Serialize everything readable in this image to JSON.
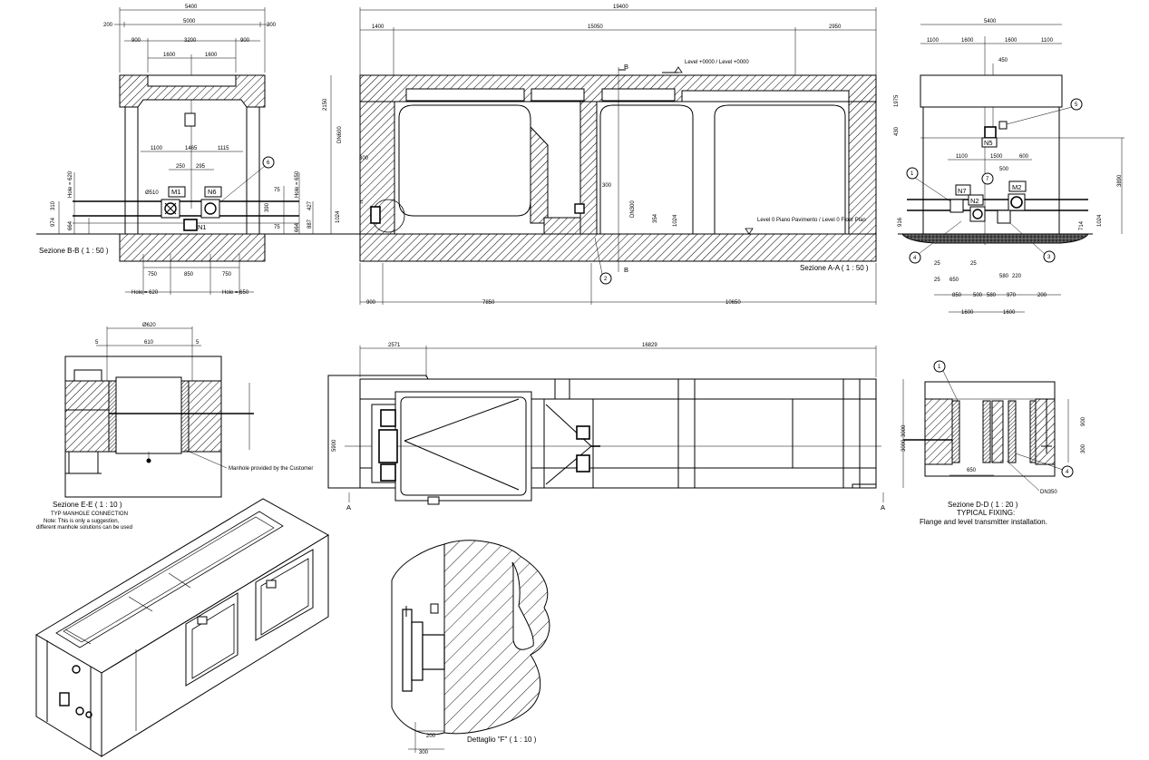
{
  "views": {
    "section_bb": {
      "title": "Sezione B-B ( 1 : 50 )"
    },
    "section_aa": {
      "title": "Sezione A-A ( 1 : 50 )"
    },
    "section_ee": {
      "title": "Sezione E-E ( 1 : 10 )",
      "line2": "TYP MANHOLE CONNECTION",
      "line3": "Note: This is only a suggestion,",
      "line4": "different manhole solutions can be used"
    },
    "section_dd": {
      "title": "Sezione D-D ( 1 : 20 )",
      "line2": "TYPICAL FIXING:",
      "line3": "Flange and level transmitter installation."
    },
    "detail_f": {
      "title": "Dettaglio \"F\" ( 1 : 10 )"
    }
  },
  "labels": {
    "level_top": "Level +0000 / Level +0000",
    "level_floor": "Level 0 Piano Pavimento / Level 0 Floor Plan",
    "manhole": "Manhole provided by the Customer",
    "hole_620": "Hole = 620",
    "hole_650": "Hole = 650",
    "dn350": "DN350",
    "dn300": "DN300",
    "dn600": "DN600",
    "phi510": "Ø510",
    "phi620": "Ø620",
    "sec_a": "A",
    "sec_b": "B",
    "det_f": "F"
  },
  "nozzles": {
    "m1": "M1",
    "m2": "M2",
    "n1": "N1",
    "n2": "N2",
    "n5": "N5",
    "n6": "N6",
    "n7": "N7"
  },
  "callouts": {
    "c1": "1",
    "c2": "2",
    "c3": "3",
    "c4": "4",
    "c5": "5",
    "c6": "6",
    "c7": "7"
  },
  "dims": {
    "bb_5400": "5400",
    "bb_200": "200",
    "bb_5000": "5000",
    "bb_900": "900",
    "bb_3200": "3200",
    "bb_1600": "1600",
    "bb_1100": "1100",
    "bb_1465": "1465",
    "bb_1115": "1115",
    "bb_250": "250",
    "bb_295": "295",
    "bb_750": "750",
    "bb_850": "850",
    "bb_974": "974",
    "bb_664": "664",
    "bb_310": "310",
    "bb_75": "75",
    "bb_887": "887",
    "bb_427": "427",
    "bb_390": "390",
    "aa_19400": "19400",
    "aa_1400": "1400",
    "aa_15050": "15050",
    "aa_2950": "2950",
    "aa_2150": "2150",
    "aa_300": "300",
    "aa_1024": "1024",
    "aa_354": "354",
    "aa_7850": "7850",
    "aa_10650": "10650",
    "aa_900": "900",
    "dd_1975": "1975",
    "dd_430": "430",
    "dd_450": "450",
    "dd_1500": "1500",
    "dd_500": "500",
    "dd_600": "600",
    "dd_3890": "3890",
    "dd_916": "916",
    "dd_714": "714",
    "dd_970": "970",
    "dd_220": "220",
    "dd_25": "25",
    "dd_650": "650",
    "dd_580": "580",
    "ee_610": "610",
    "ee_5": "5",
    "pl_2571": "2571",
    "pl_16829": "16829",
    "pl_5900": "5900",
    "pl_3000": "3000",
    "sd_900": "900",
    "sd_300": "300",
    "sd_650": "650",
    "f_200": "200",
    "f_300": "300"
  }
}
